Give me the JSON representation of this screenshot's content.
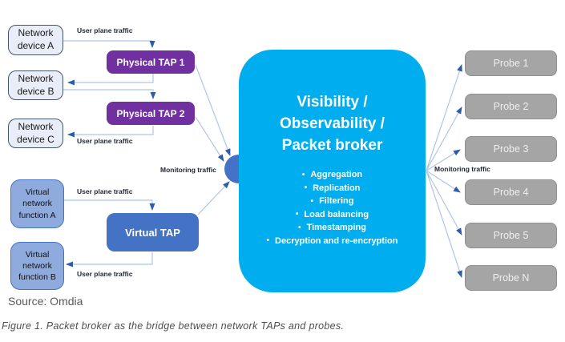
{
  "diagram": {
    "bullet": "•",
    "network_devices": [
      "Network device A",
      "Network device B",
      "Network device C"
    ],
    "physical_taps": [
      "Physical TAP 1",
      "Physical TAP 2"
    ],
    "virtual_functions": [
      "Virtual network function A",
      "Virtual network function B"
    ],
    "virtual_tap_label": "Virtual TAP",
    "broker": {
      "title_lines": [
        "Visibility /",
        "Observability /",
        "Packet broker"
      ],
      "functions": [
        "Aggregation",
        "Replication",
        "Filtering",
        "Load balancing",
        "Timestamping",
        "Decryption and re-encryption"
      ]
    },
    "probes": [
      "Probe 1",
      "Probe 2",
      "Probe 3",
      "Probe 4",
      "Probe 5",
      "Probe N"
    ],
    "labels": {
      "user_plane_traffic": "User plane traffic",
      "monitoring_traffic": "Monitoring traffic"
    },
    "source": "Source: Omdia",
    "caption": "Figure 1. Packet broker as the bridge between network TAPs and probes."
  },
  "colors": {
    "broker_fill": "#00AEEF",
    "physical_tap_fill": "#7030A0",
    "virtual_function_fill": "#8FAADC",
    "virtual_tap_fill": "#4472C4",
    "device_fill": "#E9EDF7",
    "device_border": "#44546A",
    "probe_fill": "#A5A5A5",
    "connector_line": "#AEC6E8",
    "arrowhead": "#2E5CA6",
    "hub_circle": "#4472C4"
  }
}
